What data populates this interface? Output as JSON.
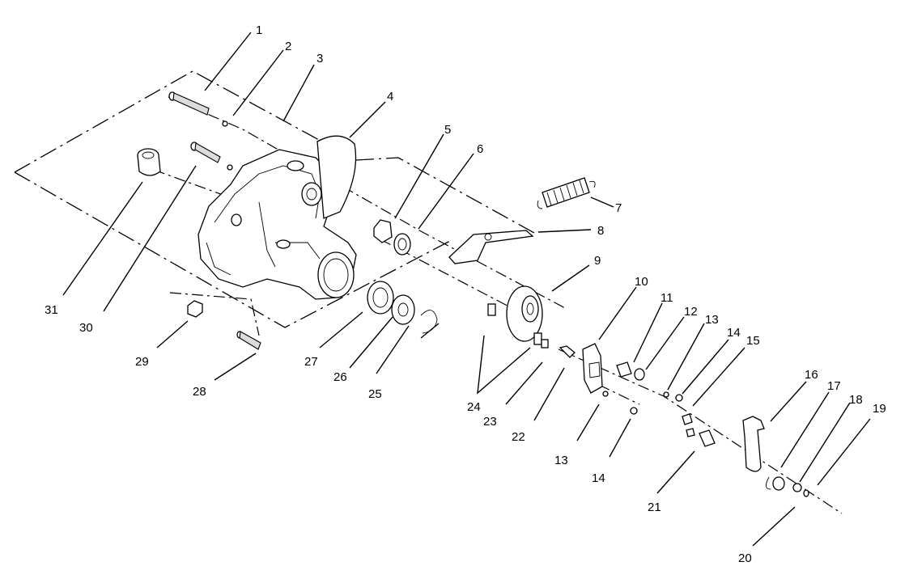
{
  "diagram": {
    "callouts": [
      {
        "id": "1",
        "text": "1"
      },
      {
        "id": "2",
        "text": "2"
      },
      {
        "id": "3",
        "text": "3"
      },
      {
        "id": "4",
        "text": "4"
      },
      {
        "id": "5",
        "text": "5"
      },
      {
        "id": "6",
        "text": "6"
      },
      {
        "id": "7",
        "text": "7"
      },
      {
        "id": "8",
        "text": "8"
      },
      {
        "id": "9",
        "text": "9"
      },
      {
        "id": "10",
        "text": "10"
      },
      {
        "id": "11",
        "text": "11"
      },
      {
        "id": "12",
        "text": "12"
      },
      {
        "id": "13a",
        "text": "13"
      },
      {
        "id": "14a",
        "text": "14"
      },
      {
        "id": "15",
        "text": "15"
      },
      {
        "id": "16",
        "text": "16"
      },
      {
        "id": "17",
        "text": "17"
      },
      {
        "id": "18",
        "text": "18"
      },
      {
        "id": "19",
        "text": "19"
      },
      {
        "id": "20",
        "text": "20"
      },
      {
        "id": "21",
        "text": "21"
      },
      {
        "id": "22",
        "text": "22"
      },
      {
        "id": "23",
        "text": "23"
      },
      {
        "id": "24",
        "text": "24"
      },
      {
        "id": "25",
        "text": "25"
      },
      {
        "id": "26",
        "text": "26"
      },
      {
        "id": "27",
        "text": "27"
      },
      {
        "id": "28",
        "text": "28"
      },
      {
        "id": "29",
        "text": "29"
      },
      {
        "id": "30",
        "text": "30"
      },
      {
        "id": "31",
        "text": "31"
      },
      {
        "id": "13b",
        "text": "13"
      },
      {
        "id": "14b",
        "text": "14"
      }
    ]
  }
}
